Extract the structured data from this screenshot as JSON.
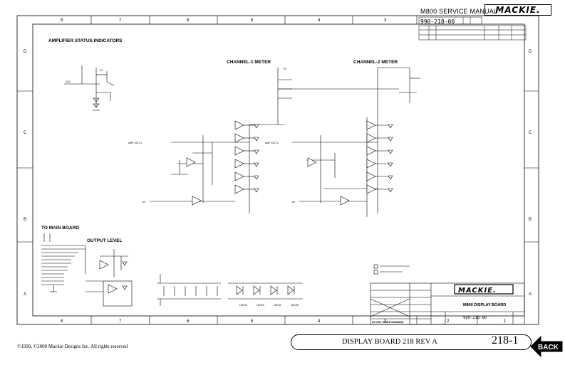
{
  "header": {
    "manual_title": "M800 SERVICE MANUAL",
    "logo_text": "MACKIE.",
    "doc_number": "990-218-00"
  },
  "border": {
    "columns": [
      "8",
      "7",
      "6",
      "5",
      "4",
      "3",
      "2",
      "1"
    ],
    "rows": [
      "D",
      "C",
      "B",
      "A"
    ]
  },
  "schematic": {
    "section_amp_status": "AMPLIFIER STATUS INDICATORS",
    "section_ch1_meter": "CHANNEL-1 METER",
    "section_ch2_meter": "CHANNEL-2 METER",
    "section_main_board": "TO MAIN BOARD",
    "section_output_level": "OUTPUT LEVEL"
  },
  "title_block": {
    "logo_text": "MACKIE.",
    "board_title": "M800 DISPLAY BOARD",
    "drawing_number": "990-218-00",
    "note": "DO NOT SCALE DRAWING"
  },
  "footer": {
    "copyright": "©1999, ©2000 Mackie Designs Inc. All rights reserved",
    "page_title": "DISPLAY BOARD 218 REV A",
    "page_number": "218-1",
    "back_label": "BACK"
  },
  "icons": {
    "back": "back-arrow-icon"
  }
}
